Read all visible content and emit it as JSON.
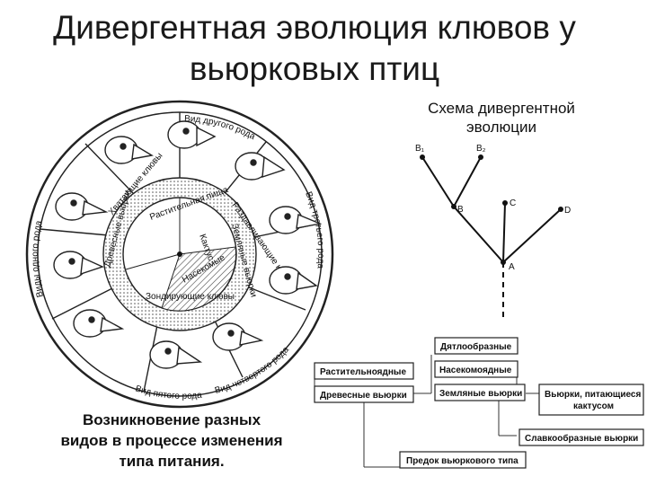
{
  "title": {
    "line1": "Дивергентная эволюция клювов у",
    "line2": "вьюрковых птиц"
  },
  "scheme": {
    "title_line1": "Схема дивергентной",
    "title_line2": "эволюции",
    "nodes": {
      "b1": "B₁",
      "b2": "B₂",
      "b": "B",
      "c": "C",
      "d": "D",
      "a": "A"
    }
  },
  "caption": {
    "line1": "Возникновение разных",
    "line2": "видов в процессе изменения",
    "line3": "типа питания."
  },
  "wheel": {
    "outer_top": "Вид другого рода",
    "outer_left": "Виды одного рода",
    "outer_right": "Вид третьего рода",
    "outer_bottom_right": "Вид четвертого рода",
    "outer_bottom": "Вид пятого рода",
    "sectors": {
      "vegetarian": "Растительная пища",
      "insects": "Насекомые",
      "cactus": "Кактус",
      "ground": "Земляные вьюрки",
      "tree": "Древесные вьюрки",
      "grasping": "Хватающие клювы",
      "crushing": "Раздавливающие клювы",
      "probing": "Зондирующие клювы"
    }
  },
  "flowchart": {
    "woodpecker": "Дятлообразные",
    "herbivorous": "Растительноядные",
    "insectivorous": "Насекомоядные",
    "tree_finches": "Древесные вьюрки",
    "ground_finches": "Земляные вьюрки",
    "cactus_line1": "Вьюрки, питающиеся",
    "cactus_line2": "кактусом",
    "warbler": "Славкообразные вьюрки",
    "ancestor": "Предок вьюркового типа"
  }
}
